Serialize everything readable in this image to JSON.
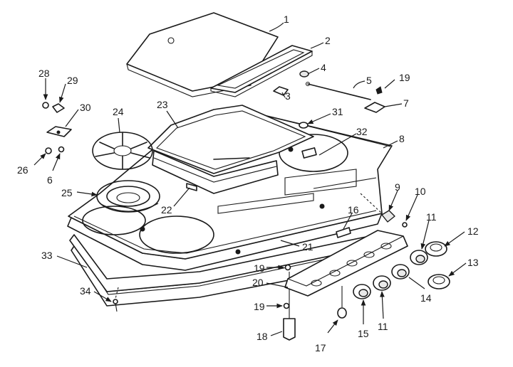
{
  "diagram": {
    "callouts": [
      "1",
      "2",
      "3",
      "4",
      "5",
      "19",
      "7",
      "8",
      "28",
      "29",
      "30",
      "24",
      "23",
      "31",
      "32",
      "26",
      "6",
      "25",
      "22",
      "9",
      "10",
      "11",
      "12",
      "16",
      "21",
      "33",
      "19",
      "20",
      "13",
      "14",
      "34",
      "19",
      "11",
      "15",
      "18",
      "17"
    ]
  }
}
